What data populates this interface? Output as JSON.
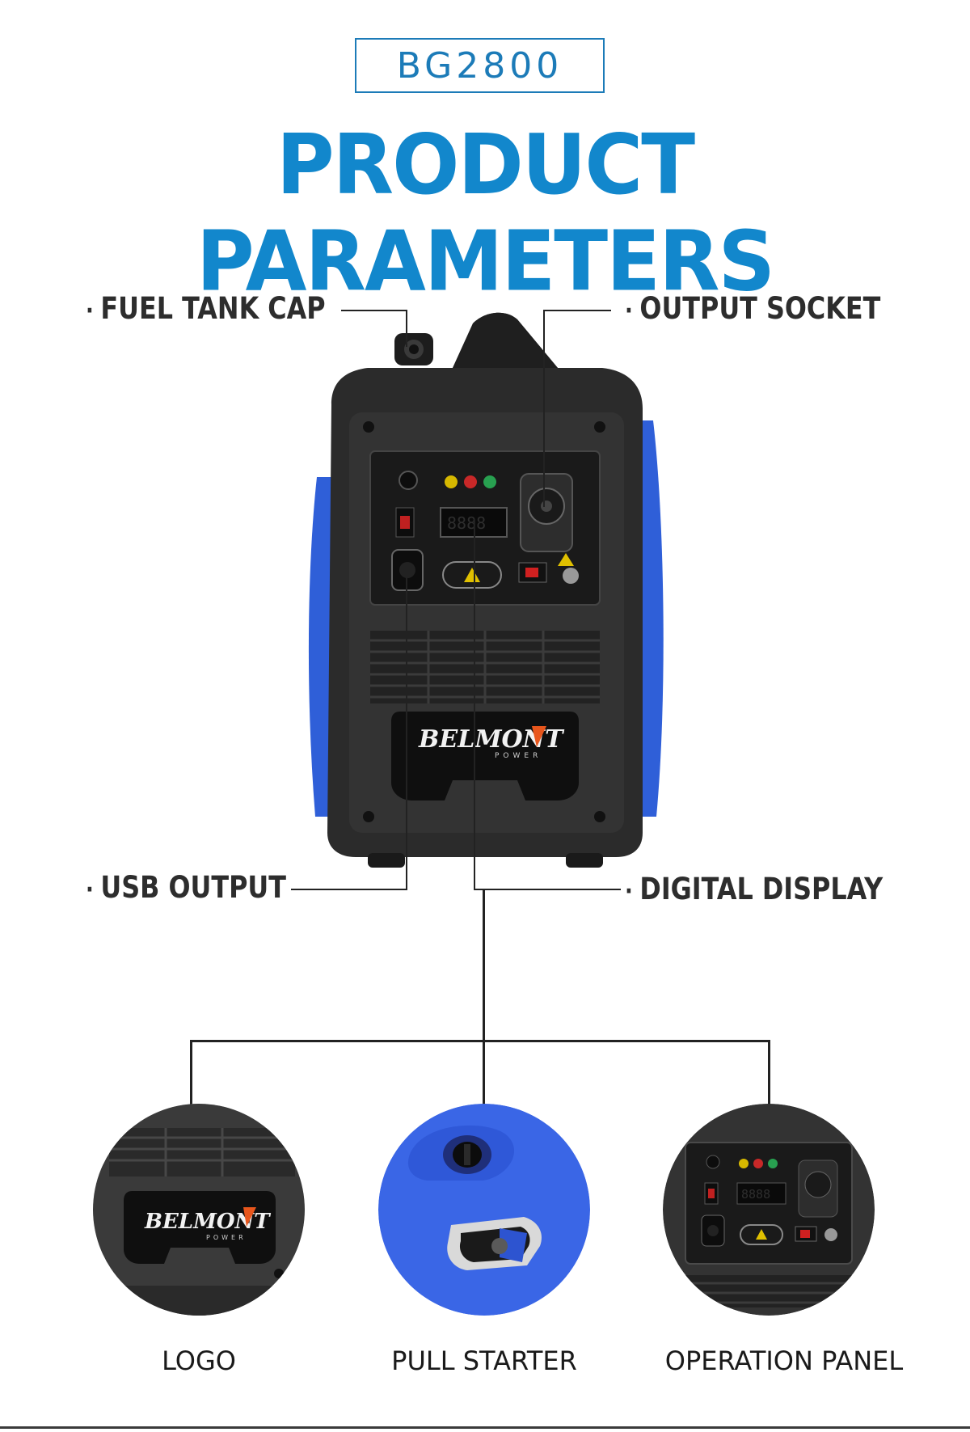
{
  "model": "BG2800",
  "headline": "PRODUCT PARAMETERS",
  "callouts": {
    "fuel_tank_cap": "FUEL TANK CAP",
    "output_socket": "OUTPUT SOCKET",
    "usb_output": "USB OUTPUT",
    "digital_display": "DIGITAL DISPLAY"
  },
  "bullet": "·",
  "brand_logo": {
    "name": "BELMONT",
    "sub": "POWER"
  },
  "details": [
    {
      "caption": "LOGO",
      "icon": "logo-closeup"
    },
    {
      "caption": "PULL STARTER",
      "icon": "pull-starter-closeup"
    },
    {
      "caption": "OPERATION PANEL",
      "icon": "operation-panel-closeup"
    }
  ],
  "colors": {
    "accent_blue": "#1287cc",
    "body_black": "#2b2b2b",
    "side_blue": "#2f5fd8",
    "text_dark": "#2d2d2d"
  }
}
